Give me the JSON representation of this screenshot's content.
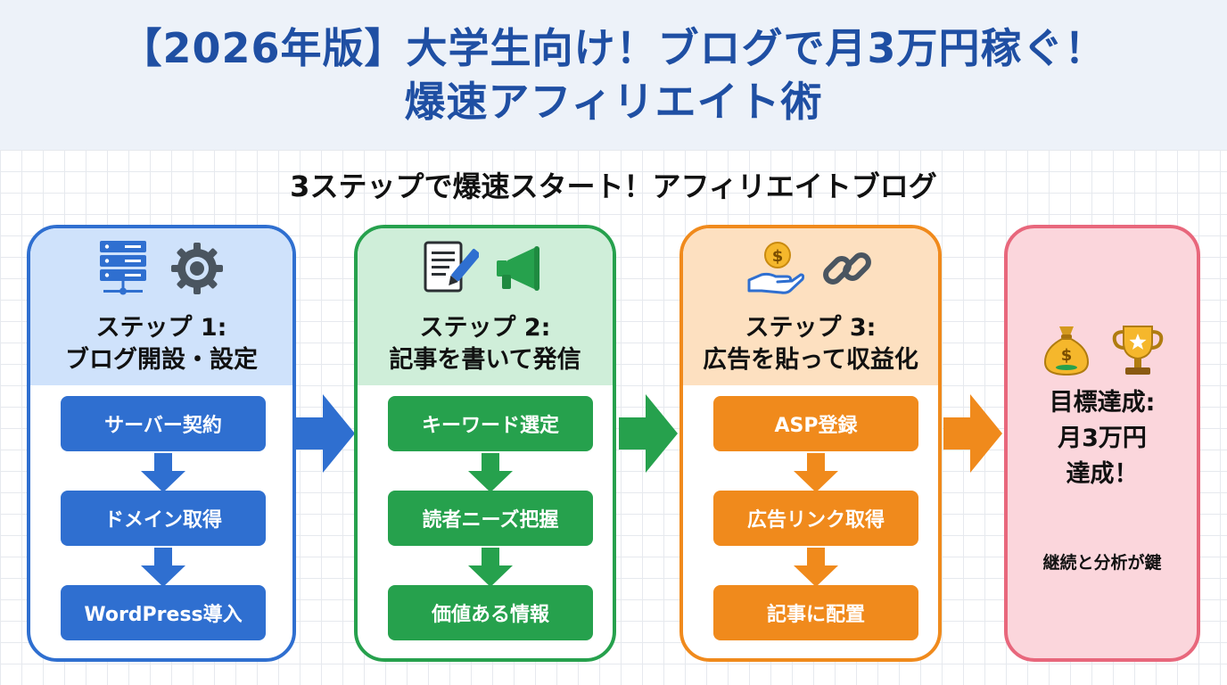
{
  "header": {
    "title_line1": "【2026年版】大学生向け！ブログで月3万円稼ぐ！",
    "title_line2": "爆速アフィリエイト術"
  },
  "subtitle": "3ステップで爆速スタート！アフィリエイトブログ",
  "colors": {
    "blue": "#2f6fd0",
    "blue_light": "#cfe2fb",
    "green": "#26a14d",
    "green_light": "#cfeed9",
    "orange": "#f08a1c",
    "orange_light": "#fde0c0",
    "pink": "#e8677c",
    "pink_light": "#fbd6dc"
  },
  "steps": [
    {
      "title": "ステップ 1:",
      "subtitle": "ブログ開設・設定",
      "icons": [
        "server-icon",
        "gear-icon"
      ],
      "items": [
        "サーバー契約",
        "ドメイン取得",
        "WordPress導入"
      ]
    },
    {
      "title": "ステップ 2:",
      "subtitle": "記事を書いて発信",
      "icons": [
        "document-pencil-icon",
        "megaphone-icon"
      ],
      "items": [
        "キーワード選定",
        "読者ニーズ把握",
        "価値ある情報"
      ]
    },
    {
      "title": "ステップ 3:",
      "subtitle": "広告を貼って収益化",
      "icons": [
        "money-hand-icon",
        "chain-link-icon"
      ],
      "items": [
        "ASP登録",
        "広告リンク取得",
        "記事に配置"
      ]
    }
  ],
  "goal": {
    "line1": "目標達成:",
    "line2": "月3万円",
    "line3": "達成！",
    "footer": "継続と分析が鍵",
    "icons": [
      "money-bag-icon",
      "trophy-icon"
    ]
  }
}
